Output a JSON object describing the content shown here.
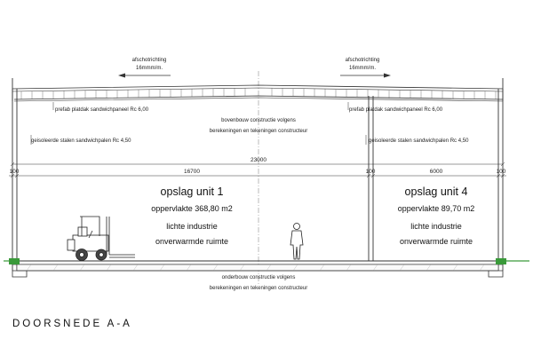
{
  "slope_left": {
    "line1": "afschotrichting",
    "line2": "16mmm/m."
  },
  "slope_right": {
    "line1": "afschotrichting",
    "line2": "16mmm/m."
  },
  "roof_label_left": "prefab platdak sandwichpaneel Rc 6,00",
  "roof_label_right": "prefab platdak sandwichpaneel Rc 6,00",
  "superstructure": {
    "line1": "bovenbouw constructie volgens",
    "line2": "berekeningen en tekeningen constructeur"
  },
  "wall_label_left": "geisoleerde stalen sandwichpalen Rc 4,50",
  "wall_label_right": "geisoleerde stalen sandwichpalen Rc 4,50",
  "dimensions": {
    "total": "23000",
    "wall_left": "100",
    "unit1_width": "16700",
    "wall_mid": "100",
    "unit4_width": "6000",
    "wall_right": "100"
  },
  "units": [
    {
      "name": "opslag unit 1",
      "area": "oppervlakte 368,80 m2",
      "use": "lichte industrie",
      "space": "onverwarmde ruimte"
    },
    {
      "name": "opslag unit 4",
      "area": "oppervlakte 89,70 m2",
      "use": "lichte industrie",
      "space": "onverwarmde ruimte"
    }
  ],
  "substructure": {
    "line1": "onderbouw constructie volgens",
    "line2": "berekeningen en tekeningen constructeur"
  },
  "section_title": "DOORSNEDE A-A",
  "colors": {
    "line": "#333333",
    "ground": "#3a9a3a",
    "axis": "#777777"
  }
}
